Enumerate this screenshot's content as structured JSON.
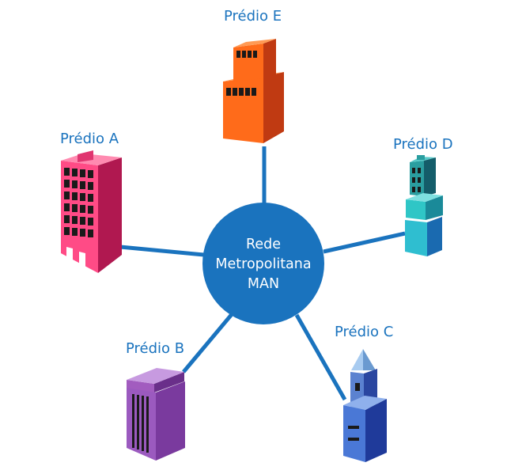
{
  "colors": {
    "link": "#1a73be",
    "hub": "#1a73be",
    "label": "#1a73be",
    "hub_text": "#ffffff"
  },
  "hub": {
    "lines": [
      "Rede",
      "Metropolitana",
      "MAN"
    ]
  },
  "buildings": {
    "a": {
      "label": "Prédio A",
      "icon": "office-tower-building-icon"
    },
    "b": {
      "label": "Prédio B",
      "icon": "office-block-building-icon"
    },
    "c": {
      "label": "Prédio C",
      "icon": "spire-tower-building-icon"
    },
    "d": {
      "label": "Prédio D",
      "icon": "stepped-tower-building-icon"
    },
    "e": {
      "label": "Prédio E",
      "icon": "stepped-office-building-icon"
    }
  }
}
